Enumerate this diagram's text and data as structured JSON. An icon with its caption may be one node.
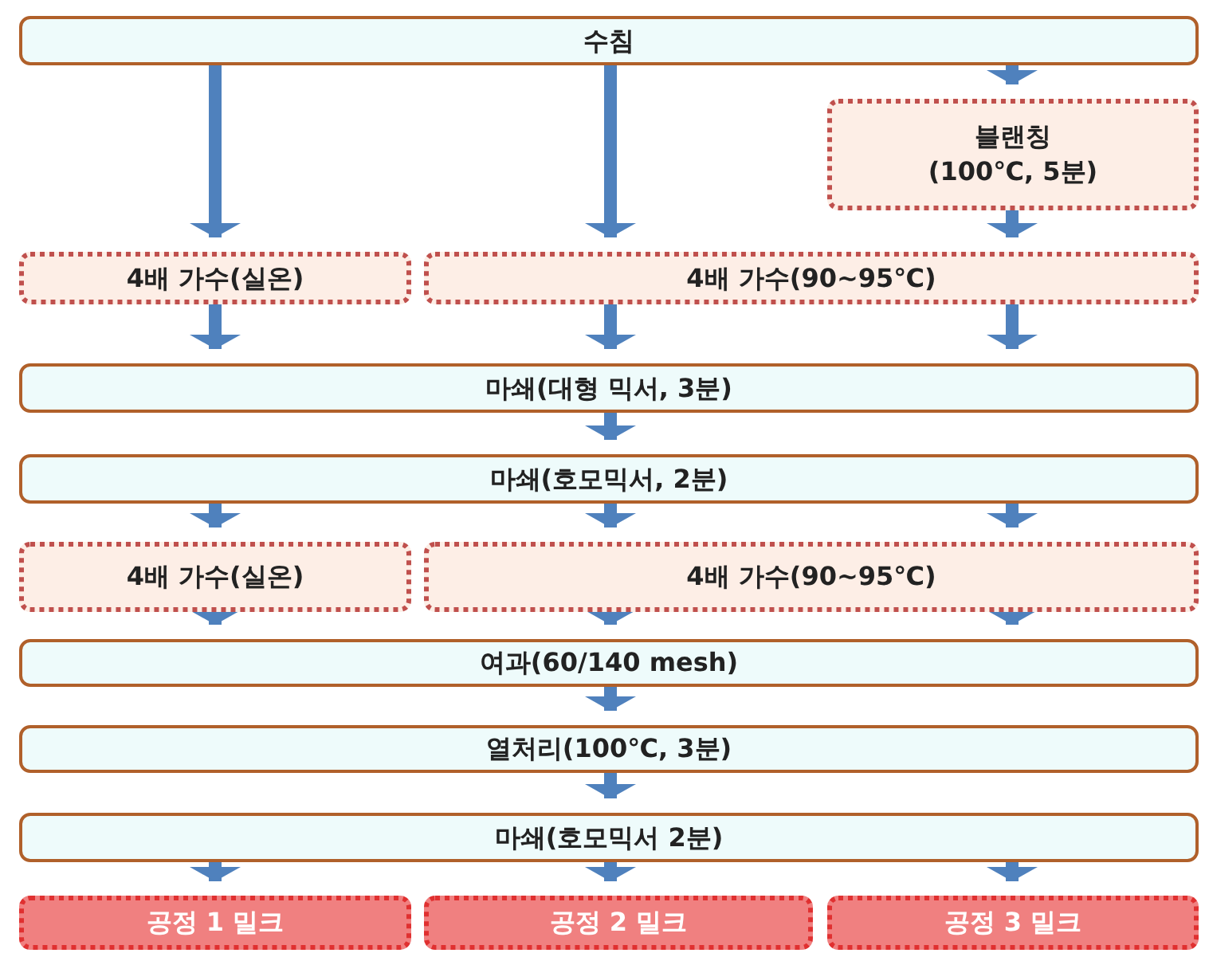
{
  "diagram": {
    "nodes": [
      {
        "text": [
          "수침"
        ]
      },
      {
        "text": [
          "블랜칭",
          "(100℃, 5분)"
        ]
      },
      {
        "text": [
          "4배 가수(실온)"
        ]
      },
      {
        "text": [
          "4배 가수(90~95℃)"
        ]
      },
      {
        "text": [
          "마쇄(대형 믹서, 3분)"
        ]
      },
      {
        "text": [
          "마쇄(호모믹서, 2분)"
        ]
      },
      {
        "text": [
          "4배 가수(실온)"
        ]
      },
      {
        "text": [
          "4배 가수(90~95℃)"
        ]
      },
      {
        "text": [
          "여과(60/140 mesh)"
        ]
      },
      {
        "text": [
          "열처리(100℃, 3분)"
        ]
      },
      {
        "text": [
          "마쇄(호모믹서 2분)"
        ]
      },
      {
        "text": [
          "공정 1 밀크"
        ]
      },
      {
        "text": [
          "공정 2 밀크"
        ]
      },
      {
        "text": [
          "공정 3 밀크"
        ]
      }
    ],
    "edges": [
      {
        "from": 0,
        "to": 1,
        "arrow": "to"
      },
      {
        "from": 0,
        "to": 2,
        "arrow": "to"
      },
      {
        "from": 0,
        "to": 3,
        "arrow": "to"
      },
      {
        "from": 1,
        "to": 3,
        "arrow": "to"
      },
      {
        "from": 2,
        "to": 4,
        "arrow": "to"
      },
      {
        "from": 3,
        "to": 4,
        "arrow": "to"
      },
      {
        "from": 3,
        "to": 4,
        "arrow": "to"
      },
      {
        "from": 4,
        "to": 5,
        "arrow": "to"
      },
      {
        "from": 5,
        "to": 6,
        "arrow": "to"
      },
      {
        "from": 5,
        "to": 7,
        "arrow": "to"
      },
      {
        "from": 5,
        "to": 7,
        "arrow": "to"
      },
      {
        "from": 6,
        "to": 8,
        "arrow": "to"
      },
      {
        "from": 7,
        "to": 8,
        "arrow": "to"
      },
      {
        "from": 7,
        "to": 8,
        "arrow": "to"
      },
      {
        "from": 8,
        "to": 9,
        "arrow": "to"
      },
      {
        "from": 9,
        "to": 10,
        "arrow": "to"
      },
      {
        "from": 10,
        "to": 11,
        "arrow": "to"
      },
      {
        "from": 10,
        "to": 12,
        "arrow": "to"
      },
      {
        "from": 10,
        "to": 13,
        "arrow": "to"
      }
    ]
  }
}
